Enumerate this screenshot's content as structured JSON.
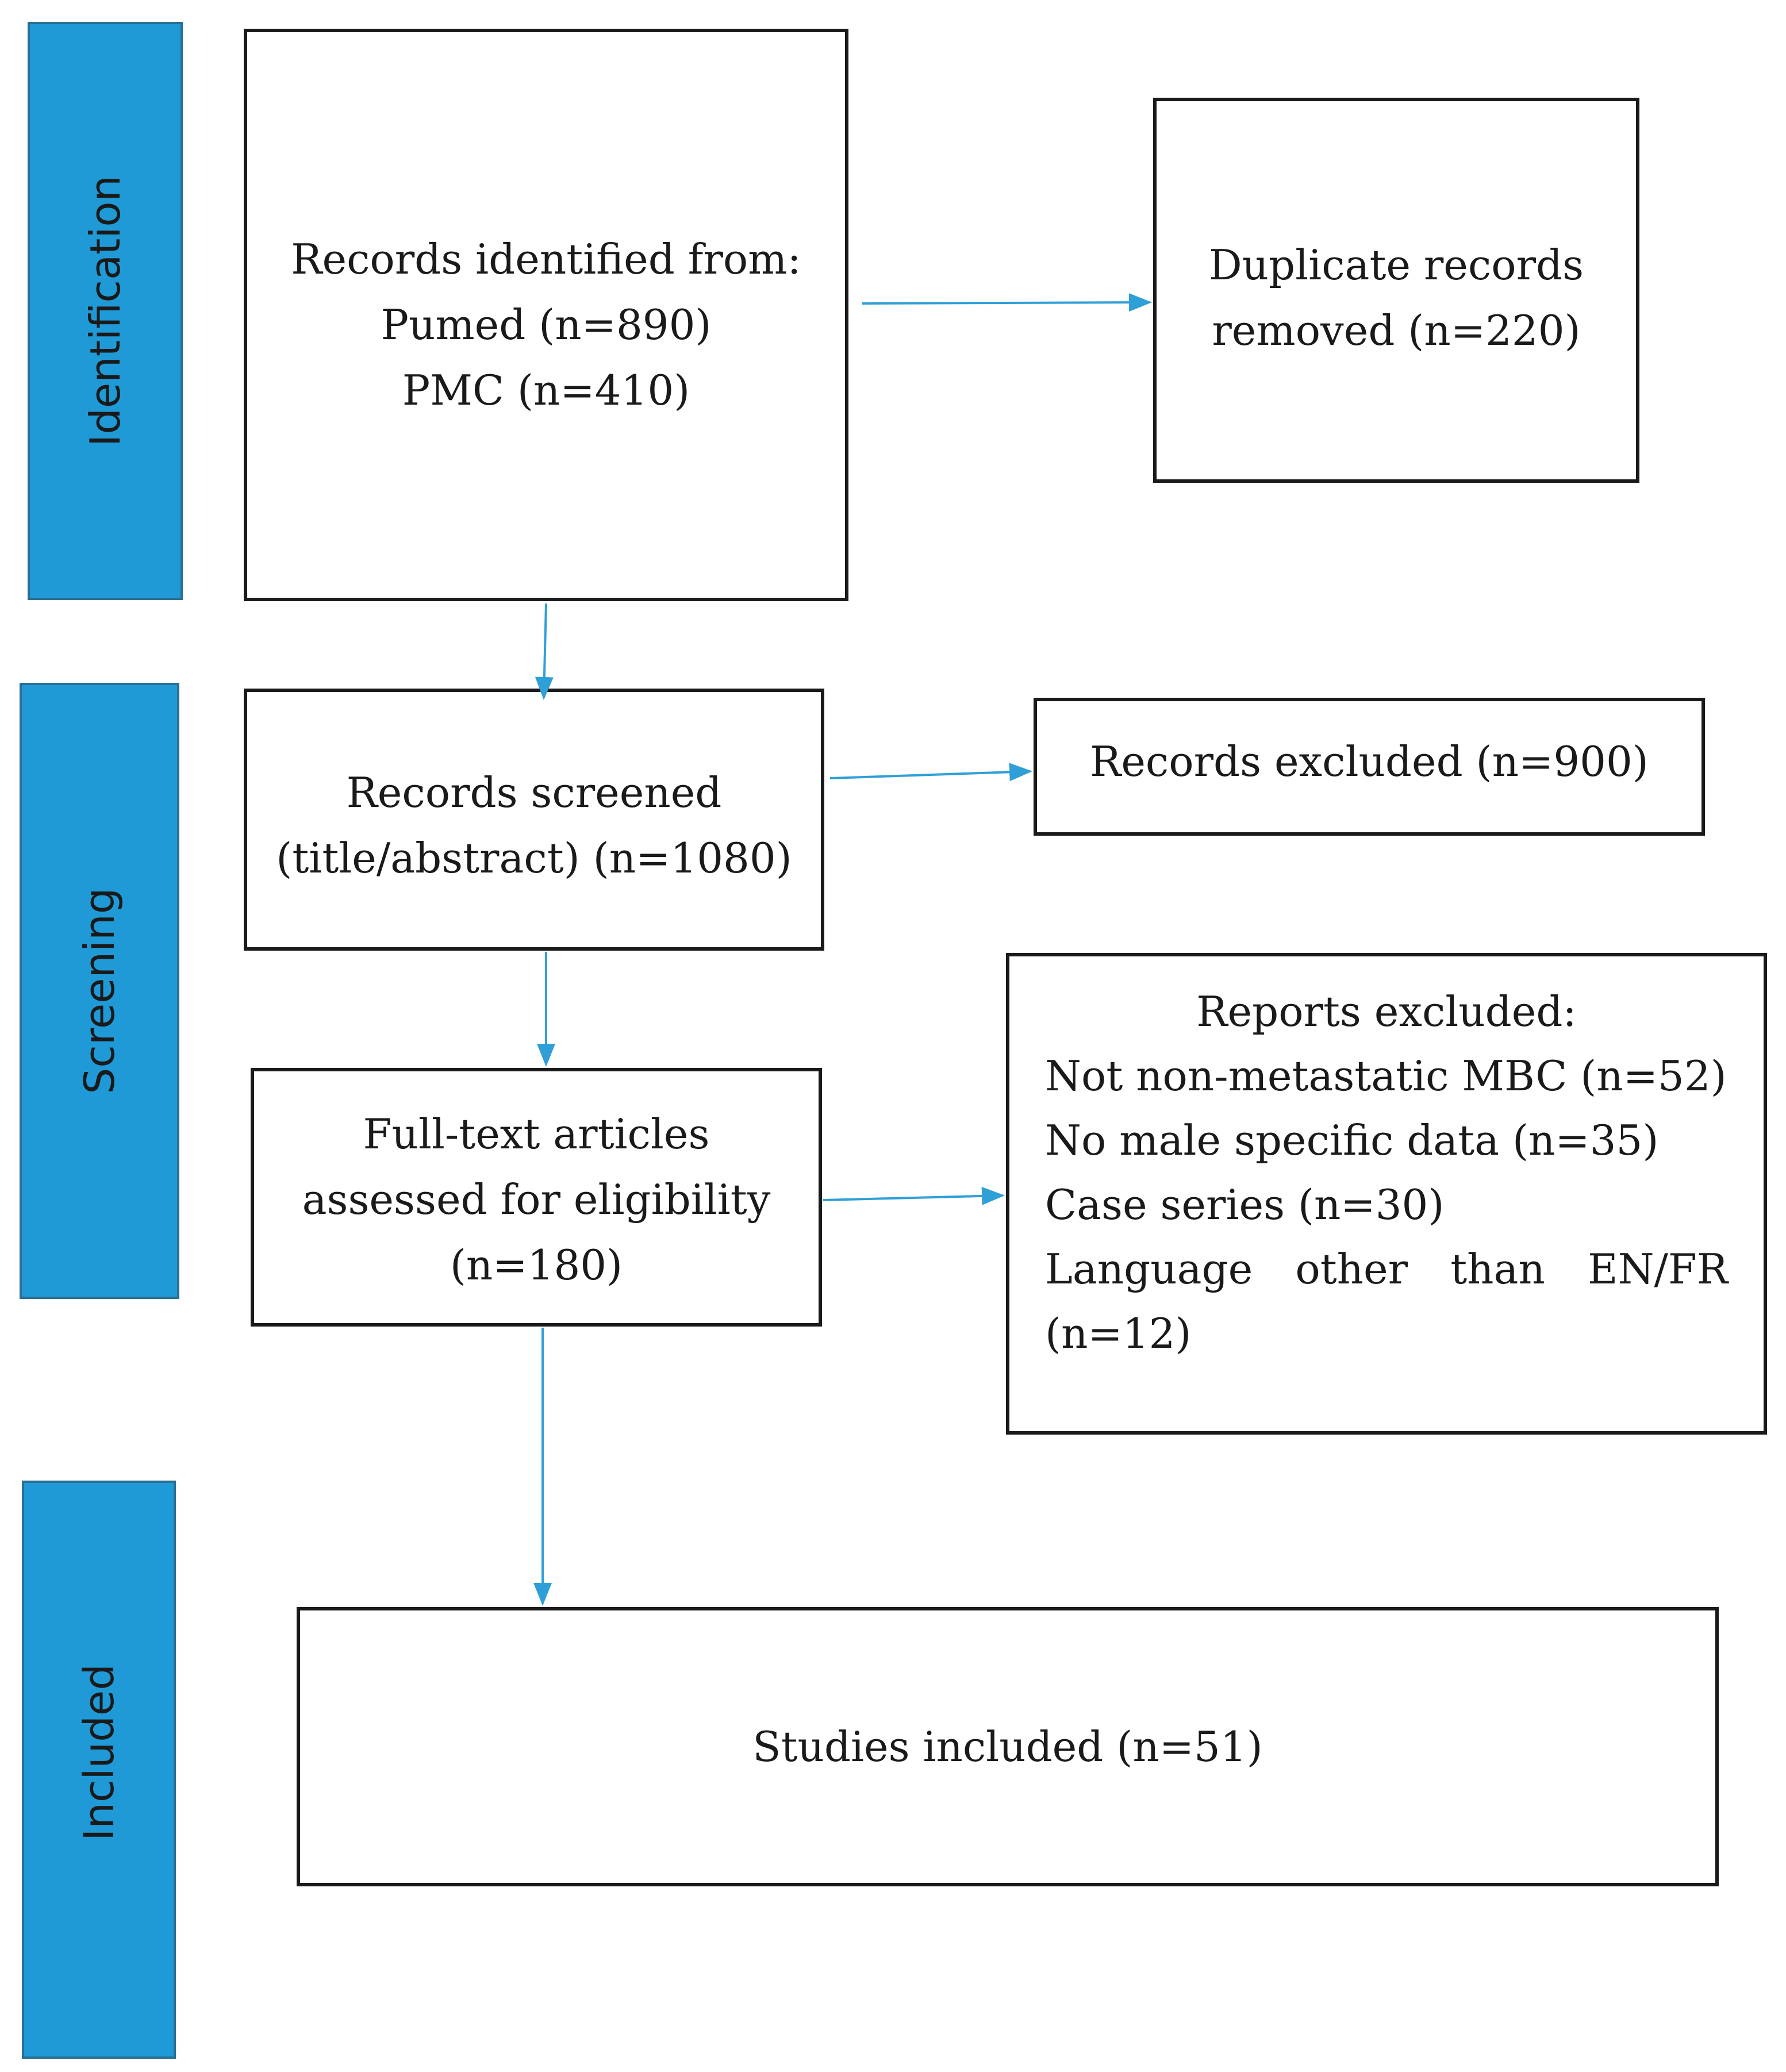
{
  "stages": {
    "identification": "Identification",
    "screening": "Screening",
    "included": "Included"
  },
  "boxes": {
    "records_identified": {
      "lines": [
        "Records identified from:",
        "Pumed (n=890)",
        "PMC (n=410)"
      ]
    },
    "duplicates_removed": {
      "lines": [
        "Duplicate records",
        "removed (n=220)"
      ]
    },
    "records_screened": {
      "lines": [
        "Records screened",
        "(title/abstract) (n=1080)"
      ]
    },
    "records_excluded": {
      "lines": [
        "Records excluded (n=900)"
      ]
    },
    "full_text": {
      "lines": [
        "Full-text articles",
        "assessed for eligibility",
        "(n=180)"
      ]
    },
    "reports_excluded": {
      "title": "Reports excluded:",
      "items": [
        "Not non-metastatic MBC (n=52)",
        "No male specific data (n=35)",
        "Case series (n=30)",
        "Language other than EN/FR",
        "(n=12)"
      ]
    },
    "studies_included": {
      "lines": [
        "Studies included (n=51)"
      ]
    }
  },
  "colors": {
    "stage_fill": "#1f9ad6",
    "arrow": "#2f9fd8",
    "box_border": "#1a1a1a"
  }
}
